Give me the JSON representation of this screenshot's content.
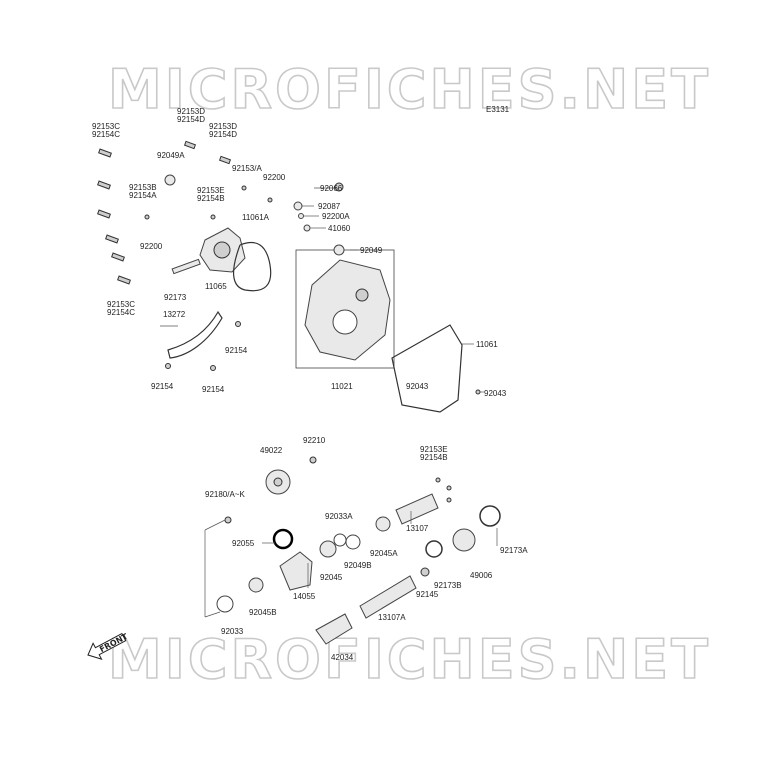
{
  "watermark": {
    "text": "MICROFICHES.NET"
  },
  "diagram_code": "E3131",
  "front_label": "FRONT",
  "labels": {
    "l92153c_a": "92153C",
    "l92154c_a": "92154C",
    "l92153d_a": "92153D",
    "l92154d_a": "92154D",
    "l92153d_b": "92153D",
    "l92154d_b": "92154D",
    "l92049a": "92049A",
    "l92153b": "92153B",
    "l92154a": "92154A",
    "l92153e_a": "92153E",
    "l92154b_a": "92154B",
    "l92153a": "92153/A",
    "l92200_a": "92200",
    "l11061a": "11061A",
    "l92200_b": "92200",
    "l92066": "92066",
    "l92087": "92087",
    "l92200a": "92200A",
    "l41060": "41060",
    "l92049": "92049",
    "l92173": "92173",
    "l11065": "11065",
    "l92153c_b": "92153C",
    "l92154c_b": "92154C",
    "l13272": "13272",
    "l92154_a": "92154",
    "l92154_b": "92154",
    "l92154_c": "92154",
    "l11021": "11021",
    "l11061": "11061",
    "l92043_a": "92043",
    "l92043_b": "92043",
    "l49022": "49022",
    "l92210": "92210",
    "l92153e_b": "92153E",
    "l92154b_b": "92154B",
    "l92180": "92180/A~K",
    "l92033a": "92033A",
    "l13107": "13107",
    "l92055": "92055",
    "l92045a": "92045A",
    "l92173a": "92173A",
    "l92049b": "92049B",
    "l92045": "92045",
    "l49006": "49006",
    "l92173b": "92173B",
    "l14055": "14055",
    "l92145": "92145",
    "l92045b": "92045B",
    "l13107a": "13107A",
    "l92033": "92033",
    "l42034": "42034"
  },
  "colors": {
    "ring": "#000000",
    "line": "#555555",
    "watermark_stroke": "#c9c9c9"
  }
}
